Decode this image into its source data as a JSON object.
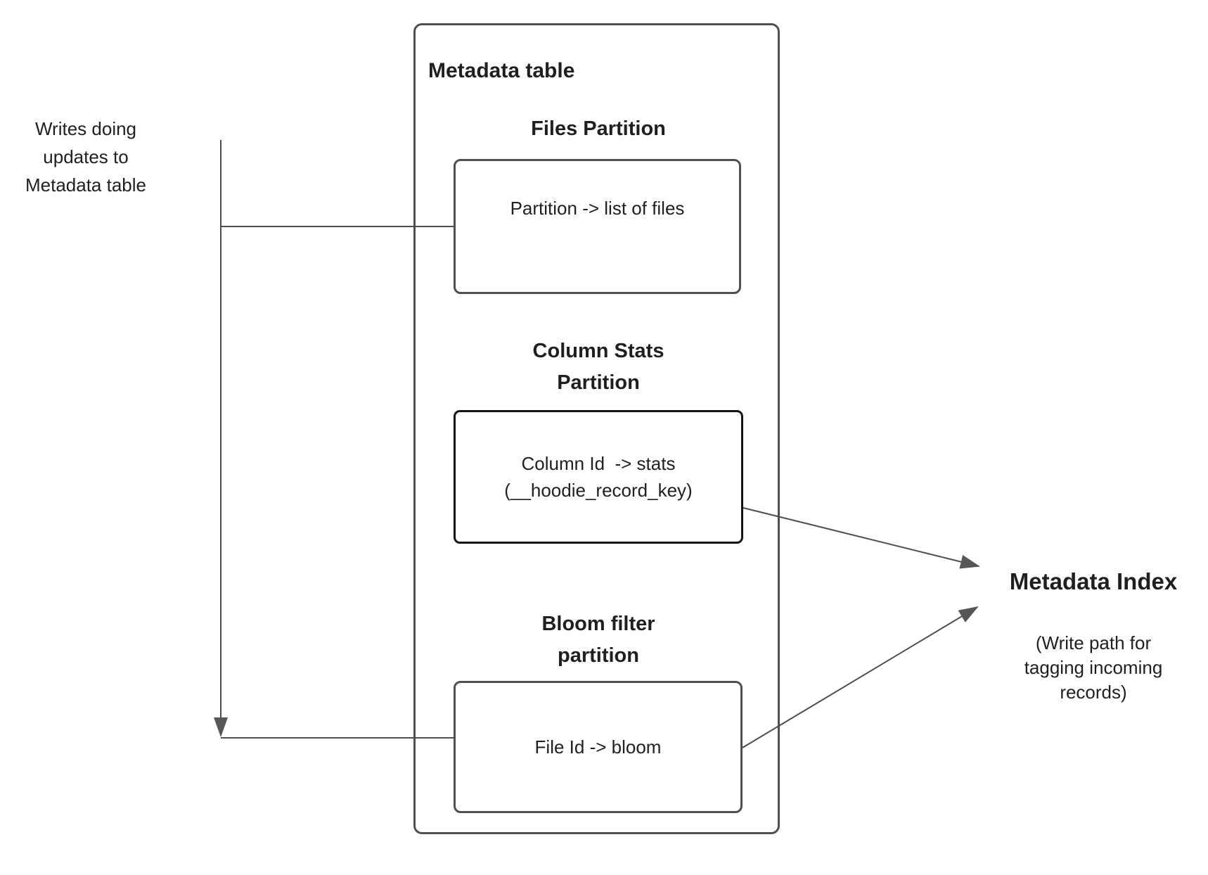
{
  "writes_label": {
    "text": "Writes doing\nupdates to\nMetadata table"
  },
  "metadata_table": {
    "title": "Metadata table",
    "files_partition": {
      "header": "Files Partition",
      "body": "Partition -> list of files"
    },
    "column_stats_partition": {
      "header": "Column Stats\nPartition",
      "body": "Column Id  -> stats\n(__hoodie_record_key)"
    },
    "bloom_filter_partition": {
      "header": "Bloom filter\npartition",
      "body": "File Id -> bloom"
    }
  },
  "metadata_index": {
    "title": "Metadata Index",
    "subtitle": "(Write path for\ntagging incoming\nrecords)"
  },
  "colors": {
    "background": "#ffffff",
    "text": "#1f1f1f",
    "box_border_gray": "#4f4f4f",
    "box_border_black": "#141414",
    "connector_line": "#4d4d4d",
    "arrowhead_fill": "#565656"
  }
}
